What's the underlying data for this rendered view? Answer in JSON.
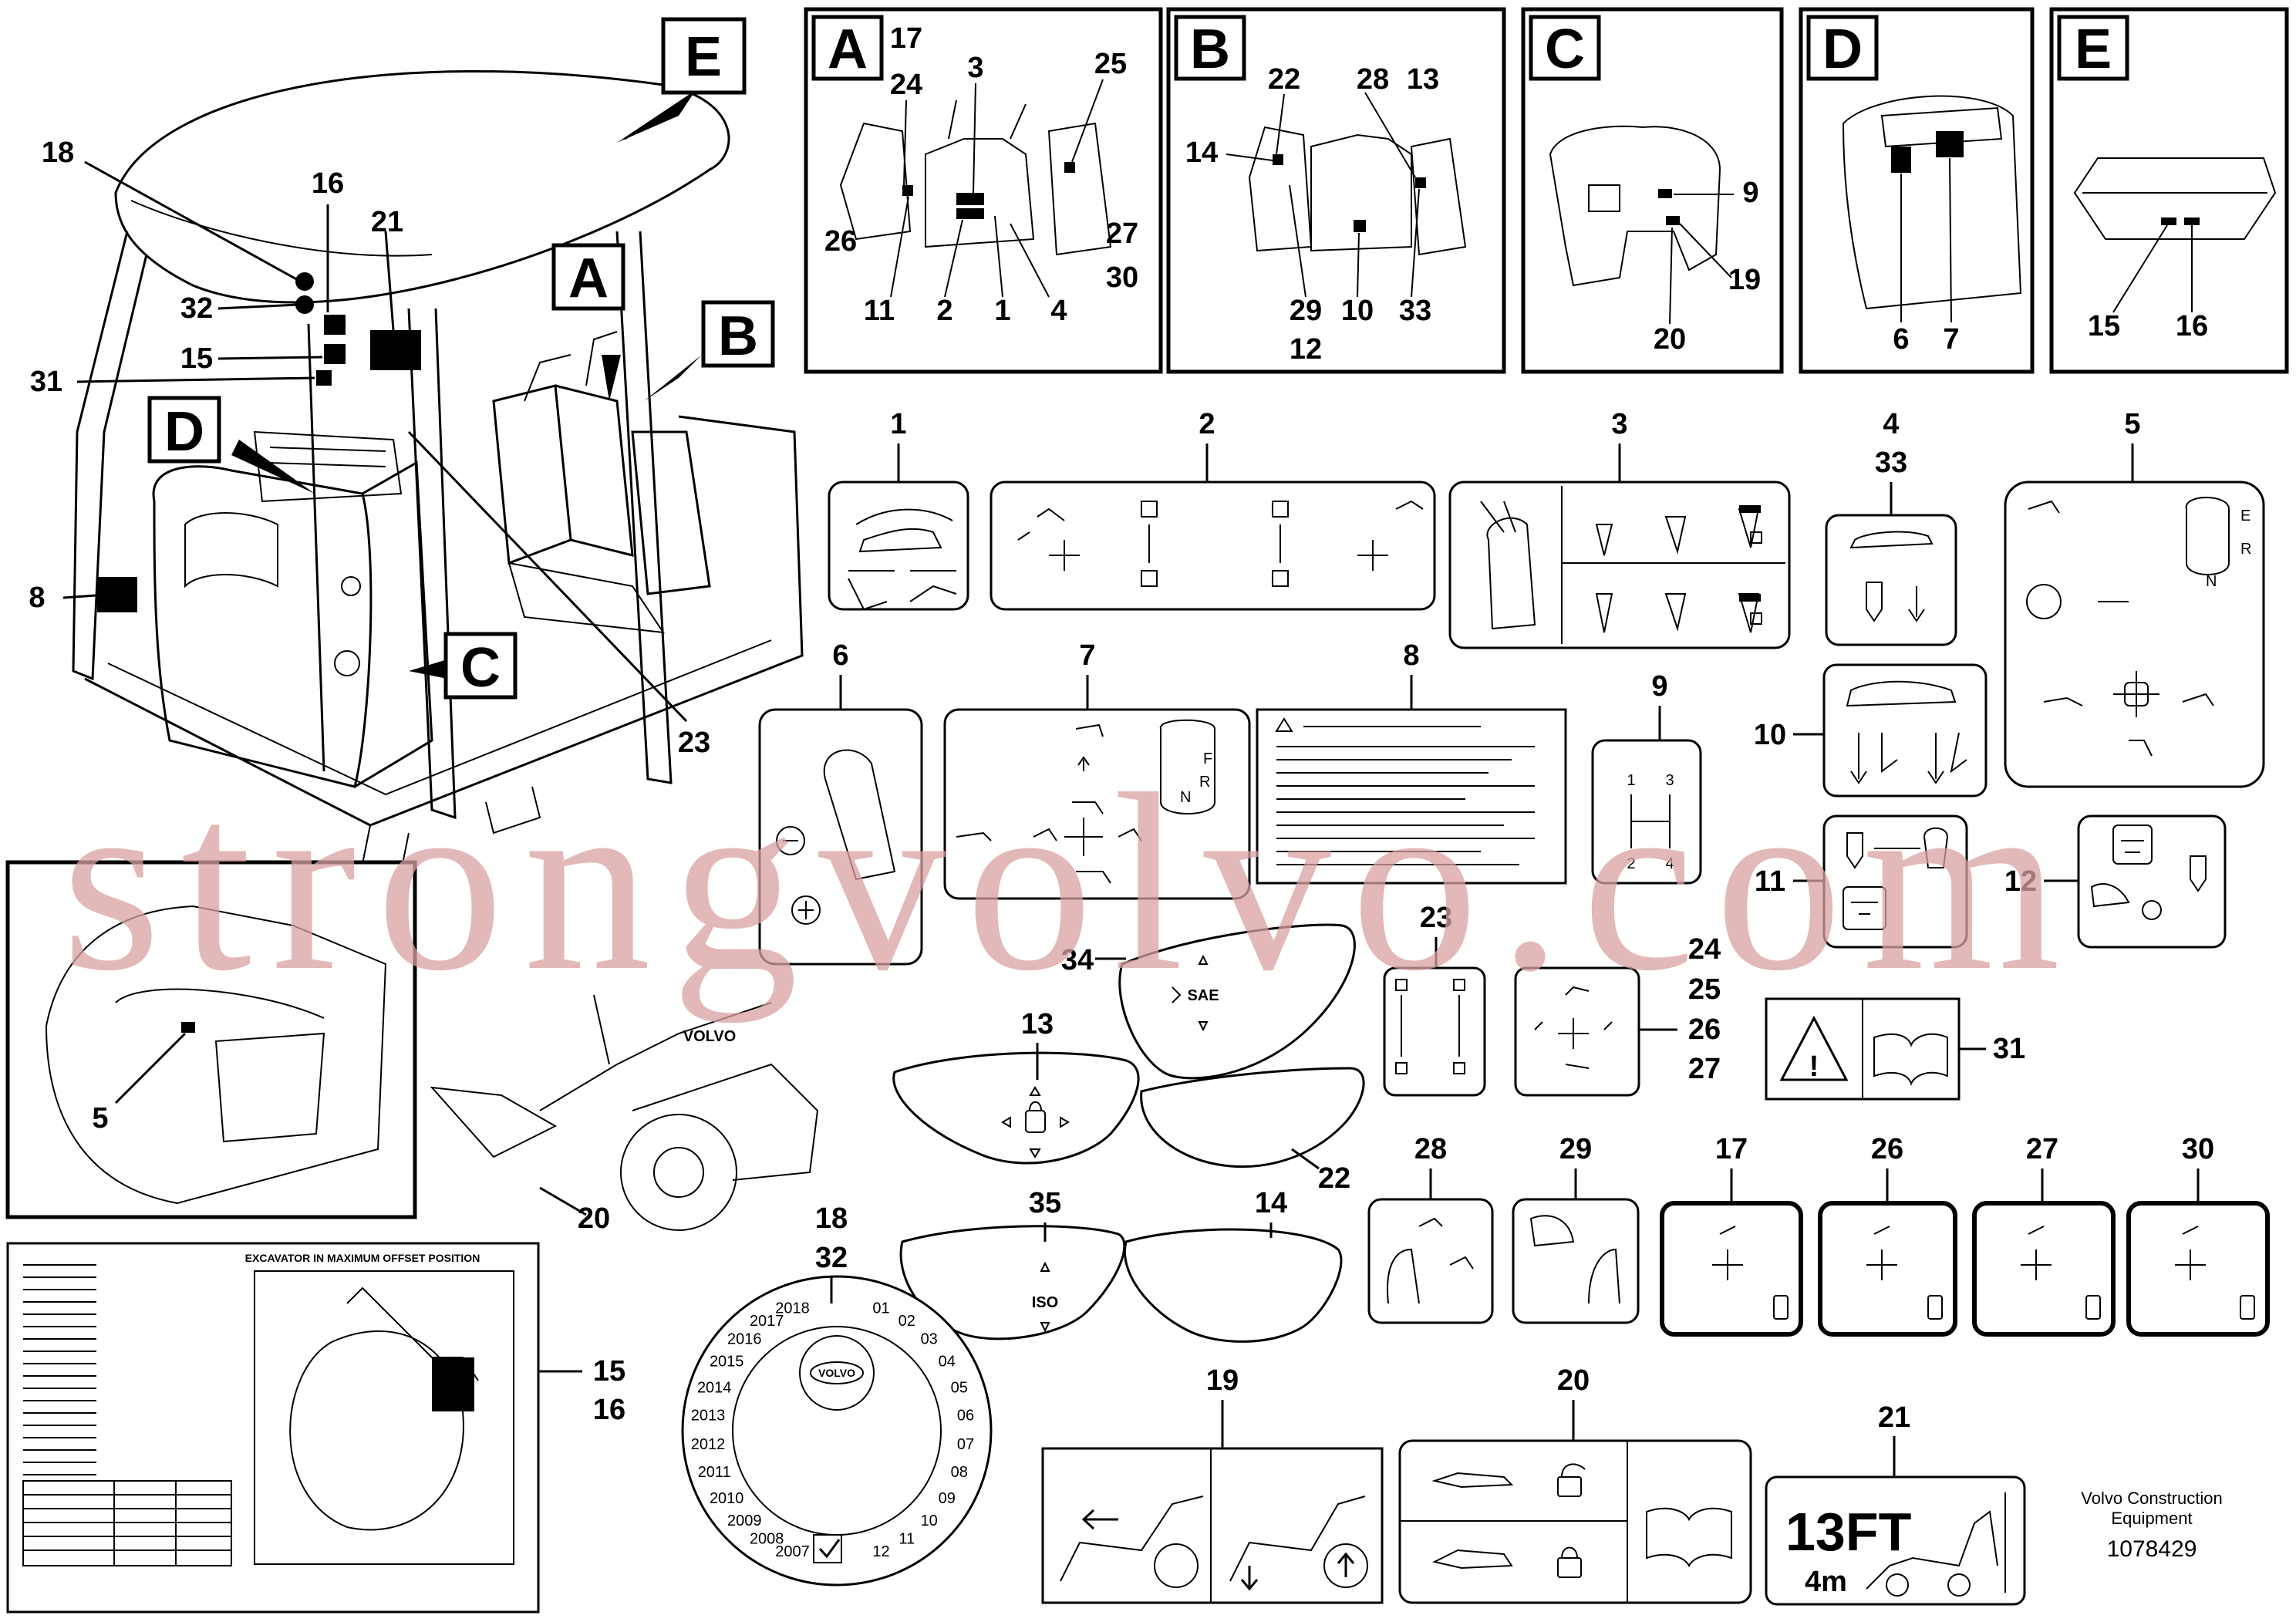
{
  "detail_panels": [
    {
      "letter": "A",
      "labels": [
        "17",
        "24",
        "3",
        "25",
        "26",
        "27",
        "30",
        "11",
        "2",
        "1",
        "4"
      ]
    },
    {
      "letter": "B",
      "labels": [
        "22",
        "28",
        "13",
        "14",
        "29",
        "10",
        "33",
        "12"
      ]
    },
    {
      "letter": "C",
      "labels": [
        "9",
        "19",
        "20"
      ]
    },
    {
      "letter": "D",
      "labels": [
        "6",
        "7"
      ]
    },
    {
      "letter": "E",
      "labels": [
        "15",
        "16"
      ]
    }
  ],
  "main_view": {
    "letters": [
      "E",
      "A",
      "B",
      "D",
      "C"
    ],
    "labels": [
      "18",
      "16",
      "21",
      "32",
      "15",
      "31",
      "8",
      "23"
    ]
  },
  "inset_label": "5",
  "loader_label": "20",
  "decal_labels": {
    "d1": "1",
    "d2": "2",
    "d3": "3",
    "d4": "4",
    "d33": "33",
    "d5": "5",
    "d6": "6",
    "d7": "7",
    "d8": "8",
    "d9": "9",
    "d10": "10",
    "d11": "11",
    "d12": "12",
    "d13": "13",
    "d14": "14",
    "d17": "17",
    "d18": "18",
    "d19": "19",
    "d20": "20",
    "d21": "21",
    "d22": "22",
    "d23": "23",
    "d24": "24",
    "d25": "25",
    "d26": "26",
    "d27": "27",
    "d28": "28",
    "d29": "29",
    "d30": "30",
    "d31": "31",
    "d32": "32",
    "d34": "34",
    "d35": "35",
    "d15": "15",
    "d16": "16",
    "d26b": "26",
    "d27b": "27"
  },
  "decal_text": {
    "sae": "SAE",
    "iso": "ISO",
    "gear": [
      "1",
      "2",
      "3",
      "4"
    ],
    "mode_letters": [
      "E",
      "R",
      "N"
    ],
    "mode_letters_7": [
      "F",
      "R",
      "N"
    ],
    "height_ft": "13FT",
    "height_m": "4m",
    "brand": "VOLVO",
    "offset_title": "EXCAVATOR IN MAXIMUM OFFSET POSITION"
  },
  "service_years": [
    "2007",
    "2008",
    "2009",
    "2010",
    "2011",
    "2012",
    "2013",
    "2014",
    "2015",
    "2016",
    "2017",
    "2018"
  ],
  "service_months": [
    "01",
    "02",
    "03",
    "04",
    "05",
    "06",
    "07",
    "08",
    "09",
    "10",
    "11",
    "12"
  ],
  "watermark": "strongvolvo.com",
  "credit": {
    "line1": "Volvo Construction",
    "line2": "Equipment",
    "part_number": "1078429"
  }
}
